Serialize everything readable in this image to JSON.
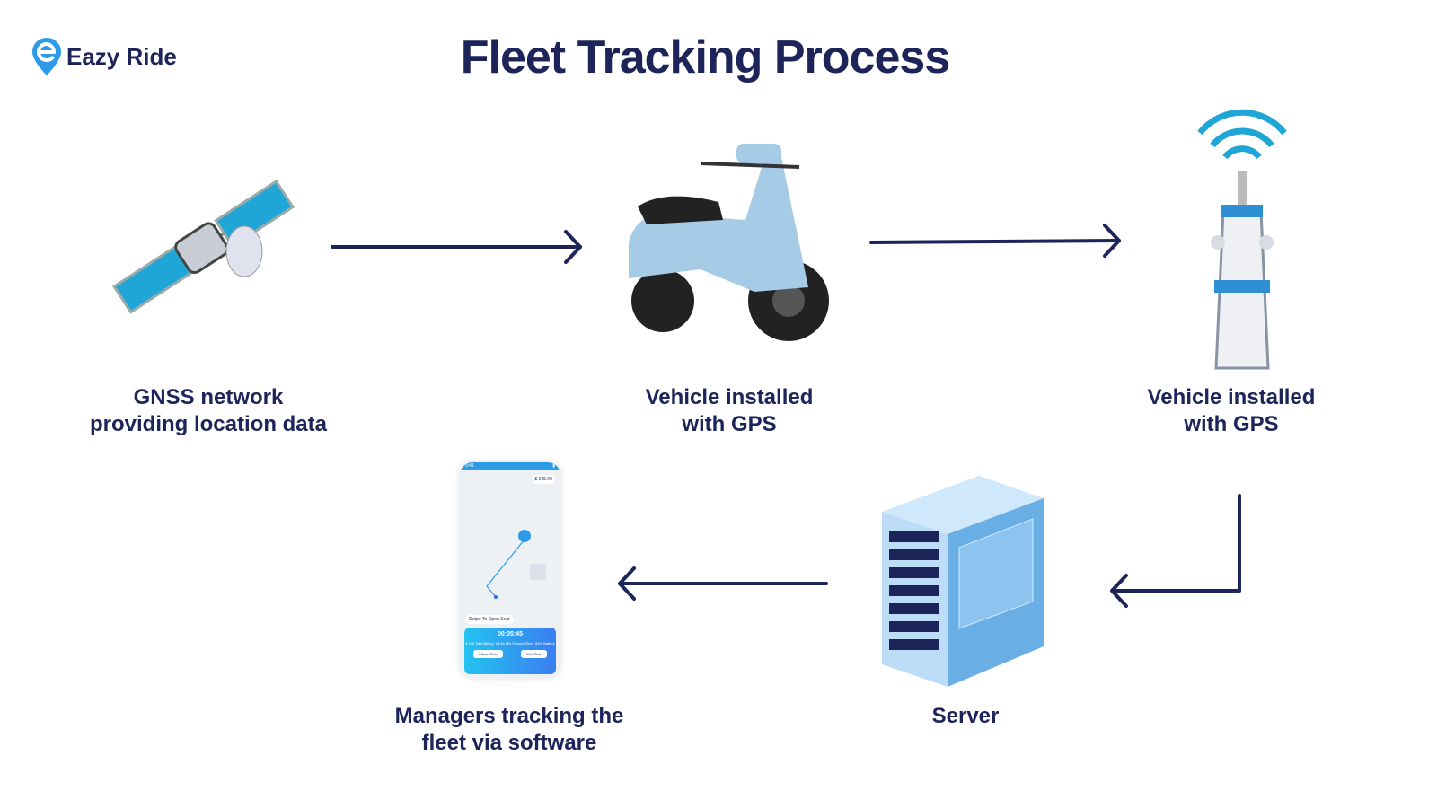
{
  "logo": {
    "name": "Eazy Ride"
  },
  "title": "Fleet Tracking Process",
  "steps": [
    {
      "label_line1": "GNSS network",
      "label_line2": "providing location data",
      "icon": "satellite-icon"
    },
    {
      "label_line1": "Vehicle installed",
      "label_line2": "with GPS",
      "icon": "scooter-icon"
    },
    {
      "label_line1": "Vehicle installed",
      "label_line2": "with GPS",
      "icon": "cell-tower-icon"
    },
    {
      "label_line1": "Server",
      "icon": "server-icon"
    },
    {
      "label_line1": "Managers tracking the",
      "label_line2": "fleet via software",
      "icon": "phone-app-icon"
    }
  ],
  "phone": {
    "time": "9:41",
    "balance": "$ 245.00",
    "swipe": "Swipe To Open Seat",
    "timer": "00:05:45",
    "billing": "$ 150 Total Billing",
    "paused": "05:45 Min Paused Time",
    "battery": "85% Battery",
    "pause": "Pause Ride",
    "end": "End Ride"
  },
  "colors": {
    "navy": "#1c2459",
    "accent": "#2e9be8"
  }
}
